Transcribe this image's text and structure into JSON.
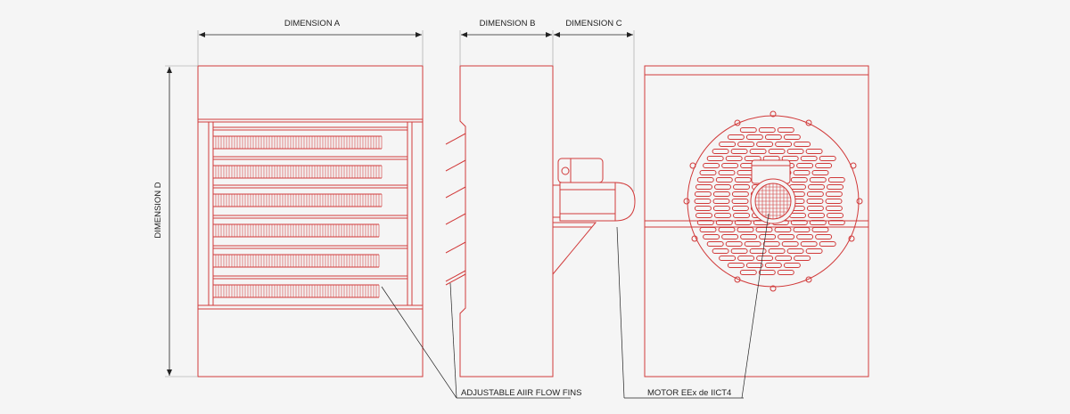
{
  "labels": {
    "dimension_a": "DIMENSION A",
    "dimension_b": "DIMENSION B",
    "dimension_c": "DIMENSION C",
    "dimension_d": "DIMENSION D",
    "fins_callout": "ADJUSTABLE AIIR FLOW FINS",
    "motor_callout": "MOTOR EEx de IICT4"
  },
  "colors": {
    "outline": "#d13a3a",
    "dimension_line": "#222222",
    "background": "#f5f5f5"
  }
}
